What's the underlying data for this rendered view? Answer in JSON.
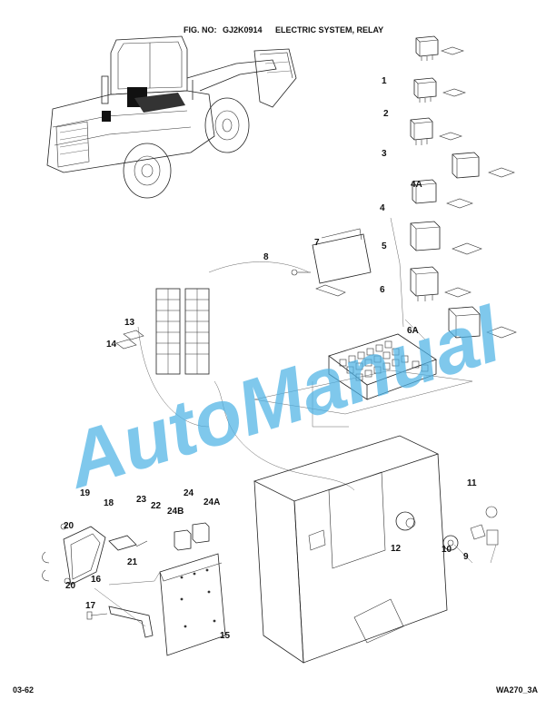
{
  "header": {
    "fig_label": "FIG. NO:",
    "fig_number": "GJ2K0914",
    "fig_title": "ELECTRIC SYSTEM, RELAY"
  },
  "footer": {
    "page": "03-62",
    "model": "WA270_3A"
  },
  "watermark": "AutoManual",
  "callouts": {
    "c1": "1",
    "c2": "2",
    "c3": "3",
    "c4A": "4A",
    "c4": "4",
    "c5": "5",
    "c6": "6",
    "c6A": "6A",
    "c7": "7",
    "c8": "8",
    "c9": "9",
    "c10": "10",
    "c11": "11",
    "c12": "12",
    "c13": "13",
    "c14": "14",
    "c15": "15",
    "c16": "16",
    "c17": "17",
    "c18": "18",
    "c19": "19",
    "c20a": "20",
    "c20b": "20",
    "c21": "21",
    "c22": "22",
    "c23": "23",
    "c24": "24",
    "c24A": "24A",
    "c24B": "24B"
  },
  "colors": {
    "watermark": "#4fb3e6",
    "line": "#222222"
  }
}
